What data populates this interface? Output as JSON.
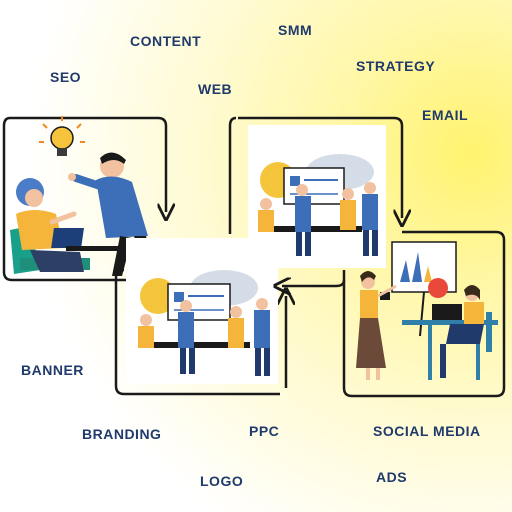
{
  "keywords": {
    "content": "CONTENT",
    "smm": "SMM",
    "seo": "SEO",
    "strategy": "STRATEGY",
    "web": "WEB",
    "email": "EMAIL",
    "banner": "BANNER",
    "branding": "BRANDING",
    "ppc": "PPC",
    "social_media": "SOCIAL MEDIA",
    "logo": "LOGO",
    "ads": "ADS"
  },
  "colors": {
    "frame": "#1a1a1a",
    "keyword_text": "#1f3a6b",
    "accent_yellow": "#f4b53a",
    "accent_blue": "#3d6fb8",
    "bulb": "#f6c33c"
  }
}
